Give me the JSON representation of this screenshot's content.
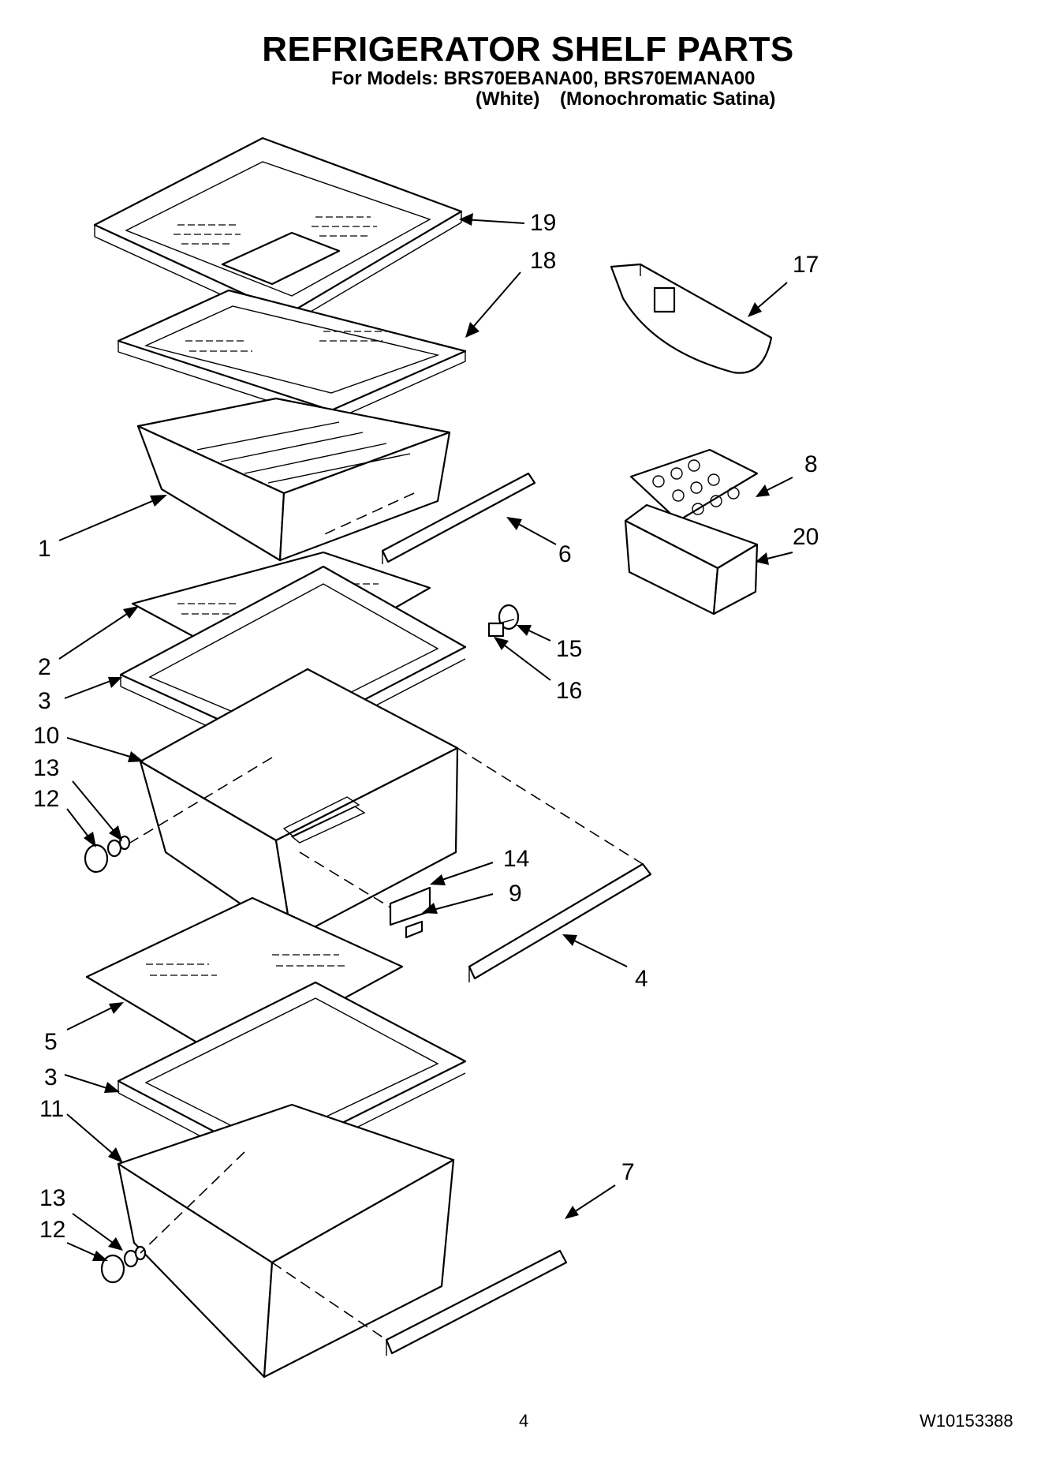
{
  "header": {
    "title": "REFRIGERATOR SHELF PARTS",
    "models_line": "For Models: BRS70EBANA00, BRS70EMANA00",
    "variant_white": "(White)",
    "variant_mono": "(Monochromatic Satina)"
  },
  "callouts": {
    "c19": "19",
    "c18": "18",
    "c17": "17",
    "c8": "8",
    "c20": "20",
    "c1": "1",
    "c6": "6",
    "c2": "2",
    "c15": "15",
    "c3a": "3",
    "c16": "16",
    "c10": "10",
    "c13a": "13",
    "c12a": "12",
    "c14": "14",
    "c9": "9",
    "c4": "4",
    "c5": "5",
    "c3b": "3",
    "c11": "11",
    "c7": "7",
    "c13b": "13",
    "c12b": "12"
  },
  "footer": {
    "page_number": "4",
    "doc_number": "W10153388"
  }
}
